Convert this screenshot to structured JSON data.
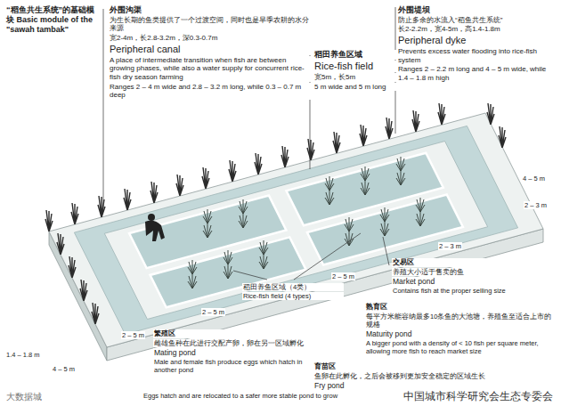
{
  "diagram": {
    "title": "“稻鱼共生系统”的基础模块 Basic module of the \"sawah tambak\"",
    "labels": [
      "外围沟渠",
      "为生长期的鱼类提供了一个过渡空间，同时也是旱季农耕的水分来源",
      "宽2-4m，长2.8-3.2m，深0.3-0.7m",
      "Peripheral canal",
      "A place of intermediate transition when fish are between growing phases, while also a water supply for concurrent rice-fish dry season farming",
      "Ranges 2 – 4 m wide and 2.8 – 3.2 m long, while 0.3 – 0.7 m deep",
      "稻田养鱼区域",
      "Rice-fish field",
      "宽5m，长5m",
      "5 m wide and 5 m long",
      "外围堤坝",
      "防止多余的水流入“稻鱼共生系统”",
      "长2-2.2m，宽4-5m，高1.4-1.8m",
      "Peripheral dyke",
      "Prevents excess water flooding into rice-fish system",
      "Ranges 2 – 2.2 m long and 4 – 5 m wide, while 1.4 – 1.8 m high",
      "稻田养鱼区域（4类）",
      "Rice-fish field (4 types)",
      "交易区",
      "养殖大小适于售卖的鱼",
      "Market pond",
      "Contains fish at the proper selling size",
      "繁殖区",
      "雌雄鱼种在此进行交配产卵，卵在另一区域孵化",
      "Mating pond",
      "Male and female fish produce eggs which hatch in another pond",
      "熟育区",
      "每平方米能容纳最多10条鱼的大池塘，养殖鱼至适合上市的规格",
      "Maturity pond",
      "A bigger pond with a density of < 10 fish per square meter, allowing more fish to reach market size",
      "育苗区",
      "鱼卵在此孵化，之后会被移到更加安全稳定的区域生长",
      "Fry pond",
      "Eggs hatch and are relocated to a safer more stable pond to grow",
      "1.4 – 1.8 m",
      "4 – 5 m",
      "2 – 5 m",
      "2 – 5 m",
      "2 – 5 m",
      "2 – 3 m",
      "4 – 5 m",
      "2 – 3 m",
      "大数据城",
      "中国城市科学研究会生态专委会"
    ]
  }
}
